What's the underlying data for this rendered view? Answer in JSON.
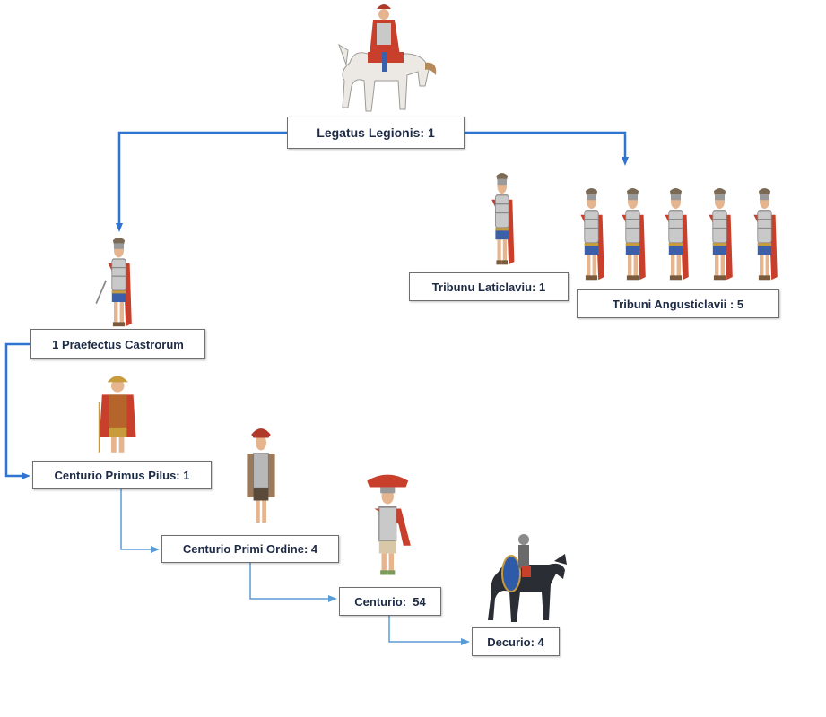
{
  "diagram": {
    "nodes": {
      "legatus": "Legatus Legionis: 1",
      "tribunus_laticlavius": "Tribunu Laticlaviu: 1",
      "tribuni_angusticlavii": "Tribuni Angusticlavii : 5",
      "praefectus": "1 Praefectus Castrorum",
      "primus_pilus": "Centurio Primus Pilus: 1",
      "primi_ordine": "Centurio Primi Ordine: 4",
      "centurio": "Centurio:  54",
      "decurio": "Decurio: 4"
    },
    "colors": {
      "arrow": "#2f74d0",
      "connector": "#5b9bd5",
      "box_border": "#6f6f6f",
      "text": "#1d2a44",
      "cloak_red": "#c8402c",
      "armor_grey": "#b8b8b8",
      "tunic_blue": "#3b5fa8",
      "skin": "#e5b58f",
      "horse_white": "#ece9e4",
      "horse_black": "#2a2d33",
      "shield_blue": "#2f5aa8",
      "gold": "#c89b3c"
    }
  }
}
